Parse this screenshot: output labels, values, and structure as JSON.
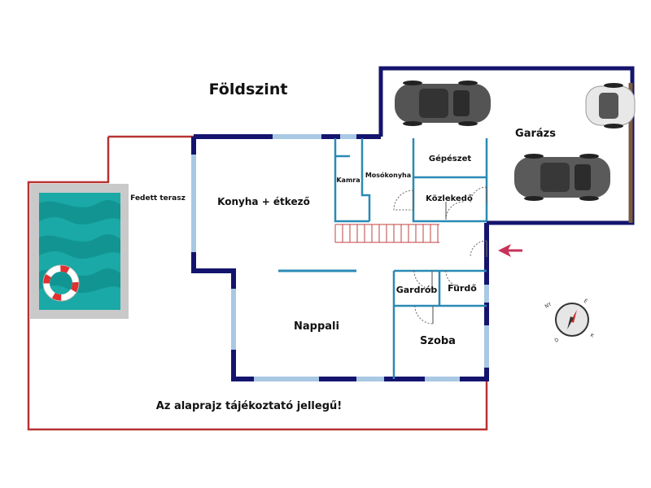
{
  "title": "Földszint",
  "rooms": {
    "fedett_terasz": "Fedett terasz",
    "konyha": "Konyha + étkező",
    "kamra": "Kamra",
    "mosokonyha": "Mosókonyha",
    "gepeszet": "Gépészet",
    "kozlekedo": "Közlekedő",
    "garazs": "Garázs",
    "nappali": "Nappali",
    "gardrob": "Gardrób",
    "furdo": "Fürdő",
    "szoba": "Szoba"
  },
  "disclaimer": "Az alaprajz tájékoztató jellegű!",
  "compass": {
    "letters": [
      "NY",
      "É",
      "K",
      "D"
    ]
  },
  "colors": {
    "outer_wall": "#14146e",
    "inner_wall": "#2a8ab5",
    "plot_line": "#b83232",
    "window": "#a8c8e4",
    "entrance_arrow": "#c8325a",
    "pool_water": "#1aa9a6",
    "pool_frame": "#c9c9c9"
  },
  "icons": [
    "car-icon",
    "pool-icon",
    "life-ring-icon",
    "compass-icon",
    "entrance-arrow-icon"
  ]
}
